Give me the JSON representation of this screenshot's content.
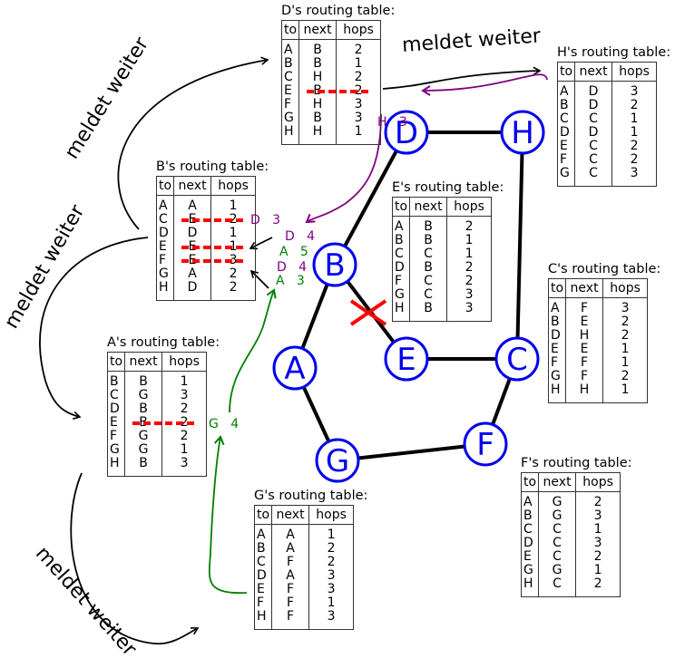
{
  "colors": {
    "node": "#0000ee",
    "edge": "#000000",
    "broken": "#ff0000",
    "update_purple": "#800080",
    "update_green": "#008000"
  },
  "graph": {
    "nodes": [
      "A",
      "B",
      "C",
      "D",
      "E",
      "F",
      "G",
      "H"
    ],
    "edges": [
      [
        "A",
        "B"
      ],
      [
        "B",
        "D"
      ],
      [
        "D",
        "H"
      ],
      [
        "H",
        "C"
      ],
      [
        "B",
        "E"
      ],
      [
        "E",
        "C"
      ],
      [
        "C",
        "F"
      ],
      [
        "F",
        "G"
      ],
      [
        "G",
        "A"
      ]
    ],
    "broken_edge": [
      "B",
      "E"
    ]
  },
  "headers": {
    "to": "to",
    "next": "next",
    "hops": "hops"
  },
  "tables": {
    "D": {
      "title": "D's routing table:",
      "rows": [
        {
          "to": "A",
          "next": "B",
          "hops": "2"
        },
        {
          "to": "B",
          "next": "B",
          "hops": "1"
        },
        {
          "to": "C",
          "next": "H",
          "hops": "2"
        },
        {
          "to": "E",
          "next": "B",
          "hops": "2",
          "struck": true
        },
        {
          "to": "F",
          "next": "H",
          "hops": "3"
        },
        {
          "to": "G",
          "next": "B",
          "hops": "3"
        },
        {
          "to": "H",
          "next": "H",
          "hops": "1"
        }
      ]
    },
    "H": {
      "title": "H's routing table:",
      "rows": [
        {
          "to": "A",
          "next": "D",
          "hops": "3"
        },
        {
          "to": "B",
          "next": "D",
          "hops": "2"
        },
        {
          "to": "C",
          "next": "C",
          "hops": "1"
        },
        {
          "to": "D",
          "next": "D",
          "hops": "1"
        },
        {
          "to": "E",
          "next": "C",
          "hops": "2"
        },
        {
          "to": "F",
          "next": "C",
          "hops": "2"
        },
        {
          "to": "G",
          "next": "C",
          "hops": "3"
        }
      ]
    },
    "B": {
      "title": "B's routing table:",
      "rows": [
        {
          "to": "A",
          "next": "A",
          "hops": "1"
        },
        {
          "to": "C",
          "next": "E",
          "hops": "2",
          "struck": true
        },
        {
          "to": "D",
          "next": "D",
          "hops": "1"
        },
        {
          "to": "E",
          "next": "E",
          "hops": "1",
          "struck": true
        },
        {
          "to": "F",
          "next": "E",
          "hops": "3",
          "struck": true
        },
        {
          "to": "G",
          "next": "A",
          "hops": "2"
        },
        {
          "to": "H",
          "next": "D",
          "hops": "2"
        }
      ]
    },
    "E": {
      "title": "E's routing table:",
      "rows": [
        {
          "to": "A",
          "next": "B",
          "hops": "2"
        },
        {
          "to": "B",
          "next": "B",
          "hops": "1"
        },
        {
          "to": "C",
          "next": "C",
          "hops": "1"
        },
        {
          "to": "D",
          "next": "B",
          "hops": "2"
        },
        {
          "to": "F",
          "next": "C",
          "hops": "2"
        },
        {
          "to": "G",
          "next": "C",
          "hops": "3"
        },
        {
          "to": "H",
          "next": "B",
          "hops": "3"
        }
      ]
    },
    "C": {
      "title": "C's routing table:",
      "rows": [
        {
          "to": "A",
          "next": "F",
          "hops": "3"
        },
        {
          "to": "B",
          "next": "E",
          "hops": "2"
        },
        {
          "to": "D",
          "next": "H",
          "hops": "2"
        },
        {
          "to": "E",
          "next": "E",
          "hops": "1"
        },
        {
          "to": "F",
          "next": "F",
          "hops": "1"
        },
        {
          "to": "G",
          "next": "F",
          "hops": "2"
        },
        {
          "to": "H",
          "next": "H",
          "hops": "1"
        }
      ]
    },
    "A": {
      "title": "A's routing table:",
      "rows": [
        {
          "to": "B",
          "next": "B",
          "hops": "1"
        },
        {
          "to": "C",
          "next": "G",
          "hops": "3"
        },
        {
          "to": "D",
          "next": "B",
          "hops": "2"
        },
        {
          "to": "E",
          "next": "B",
          "hops": "2",
          "struck": true
        },
        {
          "to": "F",
          "next": "G",
          "hops": "2"
        },
        {
          "to": "G",
          "next": "G",
          "hops": "1"
        },
        {
          "to": "H",
          "next": "B",
          "hops": "3"
        }
      ]
    },
    "G": {
      "title": "G's routing table:",
      "rows": [
        {
          "to": "A",
          "next": "A",
          "hops": "1"
        },
        {
          "to": "B",
          "next": "A",
          "hops": "2"
        },
        {
          "to": "C",
          "next": "F",
          "hops": "2"
        },
        {
          "to": "D",
          "next": "A",
          "hops": "3"
        },
        {
          "to": "E",
          "next": "F",
          "hops": "3"
        },
        {
          "to": "F",
          "next": "F",
          "hops": "1"
        },
        {
          "to": "H",
          "next": "F",
          "hops": "3"
        }
      ]
    },
    "F": {
      "title": "F's routing table:",
      "rows": [
        {
          "to": "A",
          "next": "G",
          "hops": "2"
        },
        {
          "to": "B",
          "next": "G",
          "hops": "3"
        },
        {
          "to": "C",
          "next": "C",
          "hops": "1"
        },
        {
          "to": "D",
          "next": "C",
          "hops": "3"
        },
        {
          "to": "E",
          "next": "C",
          "hops": "2"
        },
        {
          "to": "G",
          "next": "G",
          "hops": "1"
        },
        {
          "to": "H",
          "next": "C",
          "hops": "2"
        }
      ]
    }
  },
  "annotations": {
    "d_new_entry": "H   3",
    "b_new_c": "D   3",
    "b_new_e1": "D   4",
    "b_new_e2": "A   5",
    "b_new_f1": "D   4",
    "b_new_f2": "A   3",
    "a_new_e": "G   4"
  },
  "labels": {
    "meldet_top": "meldet weiter",
    "meldet_left_upper": "meldet weiter",
    "meldet_left_mid": "meldet weiter",
    "meldet_bottom": "meldet weiter"
  }
}
